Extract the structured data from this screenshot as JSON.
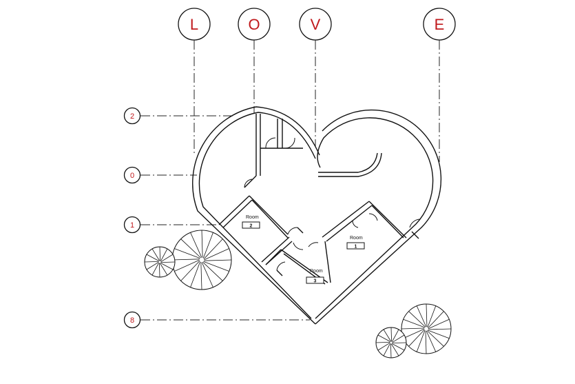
{
  "grid_bubbles": {
    "top": [
      "L",
      "O",
      "V",
      "E"
    ],
    "left": [
      "2",
      "0",
      "1",
      "8"
    ]
  },
  "rooms": [
    {
      "label": "Room",
      "number": "2"
    },
    {
      "label": "Room",
      "number": "1"
    },
    {
      "label": "Room",
      "number": "3"
    }
  ]
}
